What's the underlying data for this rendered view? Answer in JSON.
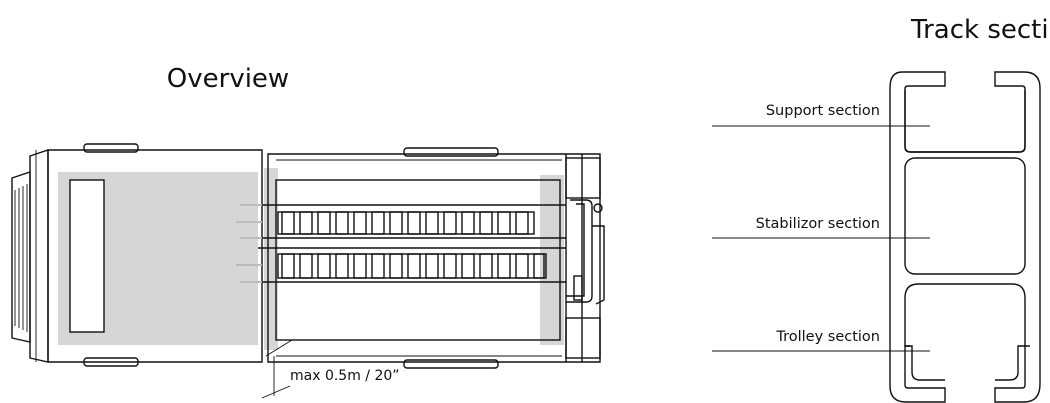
{
  "titles": {
    "overview": "Overview",
    "track_section": "Track section"
  },
  "annotations": {
    "max_clearance": "max 0.5m / 20”"
  },
  "track_section": {
    "labels": [
      "Support section",
      "Stabilizor section",
      "Trolley section"
    ]
  }
}
